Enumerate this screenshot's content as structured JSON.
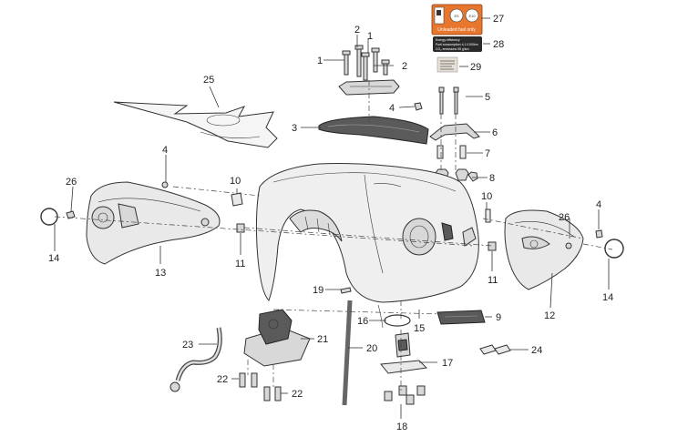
{
  "callouts": {
    "c1a": "1",
    "c1b": "1",
    "c2a": "2",
    "c2b": "2",
    "c3": "3",
    "c4a": "4",
    "c4b": "4",
    "c4c": "4",
    "c5": "5",
    "c6": "6",
    "c7": "7",
    "c8": "8",
    "c9": "9",
    "c10a": "10",
    "c10b": "10",
    "c11a": "11",
    "c11b": "11",
    "c12": "12",
    "c13": "13",
    "c14a": "14",
    "c14b": "14",
    "c15": "15",
    "c16": "16",
    "c17": "17",
    "c18": "18",
    "c19": "19",
    "c20": "20",
    "c21": "21",
    "c22a": "22",
    "c22b": "22",
    "c23": "23",
    "c24": "24",
    "c25": "25",
    "c26a": "26",
    "c26b": "26",
    "c27": "27",
    "c28": "28",
    "c29": "29"
  },
  "fuel_label": {
    "e5": "E5",
    "e10": "E10",
    "text": "Unleaded fuel only",
    "bg_color": "#e8772e"
  },
  "energy_label": {
    "title": "Energy efficiency",
    "line1": "Fuel consumption   4.1 l/100km",
    "line2": "CO₂ emissions        95 g/km",
    "bg_color": "#2a2a2a"
  }
}
